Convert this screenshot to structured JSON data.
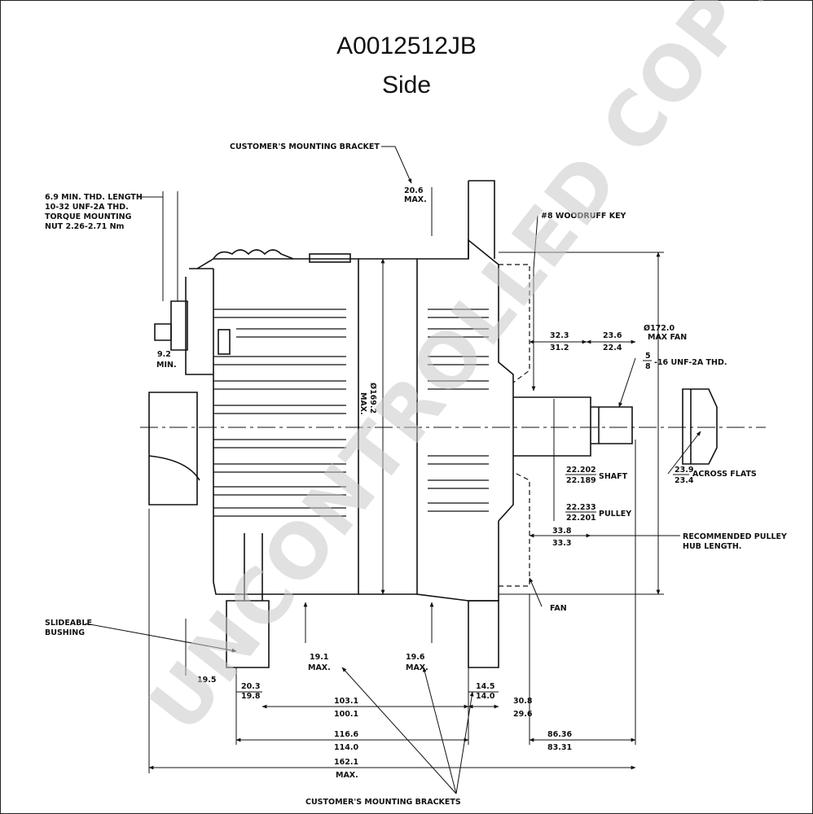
{
  "header": {
    "title": "A0012512JB",
    "subtitle": "Side"
  },
  "callouts": {
    "customer_bracket_top": "CUSTOMER'S MOUNTING BRACKET",
    "terminal_1": "6.9 MIN. THD. LENGTH",
    "terminal_2": "10-32 UNF-2A THD.",
    "terminal_3": "TORQUE MOUNTING",
    "terminal_4": "NUT 2.26-2.71 Nm",
    "woodruff_key": "#8 WOODRUFF KEY",
    "fan_diameter": "Ø172.0",
    "fan_max": "MAX FAN",
    "thread_spec": "-16 UNF-2A THD.",
    "thread_frac_num": "5",
    "thread_frac_den": "8",
    "shaft": "SHAFT",
    "pulley": "PULLEY",
    "across_flats": "ACROSS FLATS",
    "recommended_1": "RECOMMENDED PULLEY",
    "recommended_2": "HUB LENGTH.",
    "fan": "FAN",
    "bushing_1": "SLIDEABLE",
    "bushing_2": "BUSHING",
    "customer_brackets_bottom": "CUSTOMER'S MOUNTING BRACKETS",
    "body_dia_1": "Ø169.2",
    "body_dia_2": "MAX."
  },
  "dimensions": {
    "d_20_6": "20.6",
    "d_20_6_max": "MAX.",
    "d_9_2": "9.2",
    "d_9_2_min": "MIN.",
    "d_32_3": "32.3",
    "d_31_2": "31.2",
    "d_23_6": "23.6",
    "d_22_4": "22.4",
    "d_shaft_hi": "22.202",
    "d_shaft_lo": "22.189",
    "d_pulley_hi": "22.233",
    "d_pulley_lo": "22.201",
    "d_flats_hi": "23.9",
    "d_flats_lo": "23.4",
    "d_33_8": "33.8",
    "d_33_3": "33.3",
    "d_19_1": "19.1",
    "d_19_1_max": "MAX.",
    "d_19_6": "19.6",
    "d_19_6_max": "MAX.",
    "d_19_5": "19.5",
    "d_20_3": "20.3",
    "d_19_8": "19.8",
    "d_14_5": "14.5",
    "d_14_0": "14.0",
    "d_103_1": "103.1",
    "d_100_1": "100.1",
    "d_30_8": "30.8",
    "d_29_6": "29.6",
    "d_116_6": "116.6",
    "d_114_0": "114.0",
    "d_86_36": "86.36",
    "d_83_31": "83.31",
    "d_162_1": "162.1",
    "d_162_1_max": "MAX."
  },
  "watermark": {
    "text": "UNCONTROLLED COPY",
    "color": "#c9c9c9"
  }
}
